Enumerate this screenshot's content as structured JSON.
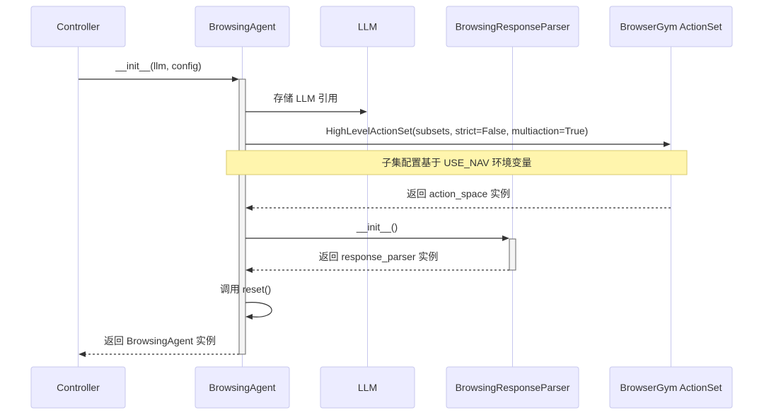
{
  "participants": [
    {
      "id": "controller",
      "label": "Controller"
    },
    {
      "id": "agent",
      "label": "BrowsingAgent"
    },
    {
      "id": "llm",
      "label": "LLM"
    },
    {
      "id": "parser",
      "label": "BrowsingResponseParser"
    },
    {
      "id": "actionset",
      "label": "BrowserGym ActionSet"
    }
  ],
  "messages": [
    {
      "from": "controller",
      "to": "agent",
      "label": "__init__(llm, config)",
      "style": "solid"
    },
    {
      "from": "agent",
      "to": "llm",
      "label": "存储 LLM 引用",
      "style": "solid"
    },
    {
      "from": "agent",
      "to": "actionset",
      "label": "HighLevelActionSet(subsets, strict=False, multiaction=True)",
      "style": "solid"
    },
    {
      "from": "actionset",
      "to": "agent",
      "label": "返回 action_space 实例",
      "style": "dotted"
    },
    {
      "from": "agent",
      "to": "parser",
      "label": "__init__()",
      "style": "solid"
    },
    {
      "from": "parser",
      "to": "agent",
      "label": "返回 response_parser 实例",
      "style": "dotted"
    },
    {
      "from": "agent",
      "to": "agent",
      "label": "调用 reset()",
      "style": "solid"
    },
    {
      "from": "agent",
      "to": "controller",
      "label": "返回 BrowsingAgent 实例",
      "style": "dotted"
    }
  ],
  "note": {
    "over": [
      "agent",
      "actionset"
    ],
    "text": "子集配置基于 USE_NAV 环境变量"
  },
  "colors": {
    "actor_fill": "#ECECFF",
    "actor_stroke": "#C7C7EE",
    "note_fill": "#FFF5AD",
    "note_stroke": "#D8CB6E",
    "line": "#333333"
  }
}
